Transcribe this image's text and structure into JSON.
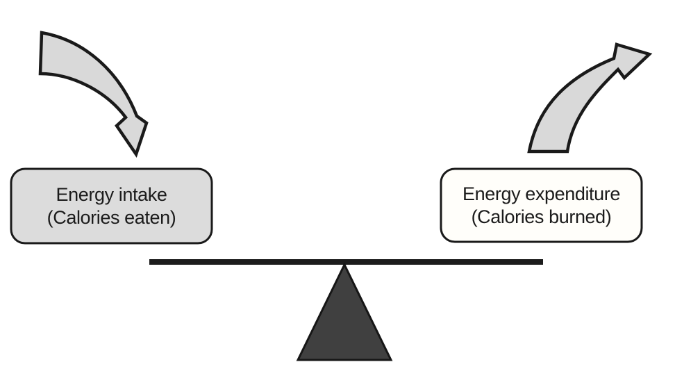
{
  "diagram": {
    "type": "balance-seesaw",
    "left_box": {
      "lines": [
        "Energy intake",
        "(Calories eaten)"
      ]
    },
    "right_box": {
      "lines": [
        "Energy expenditure",
        "(Calories burned)"
      ]
    },
    "icons": {
      "left": "curved-arrow-down-icon",
      "right": "curved-arrow-up-right-icon"
    }
  },
  "colors": {
    "background": "#ffffff",
    "outline": "#1a1a1a",
    "arrow_fill": "#d9d9d9",
    "left_box_fill": "#dcdcdc",
    "right_box_fill": "#fffefa",
    "beam": "#1c1c1c",
    "fulcrum_fill": "#404040",
    "text": "#1b1b1b"
  }
}
